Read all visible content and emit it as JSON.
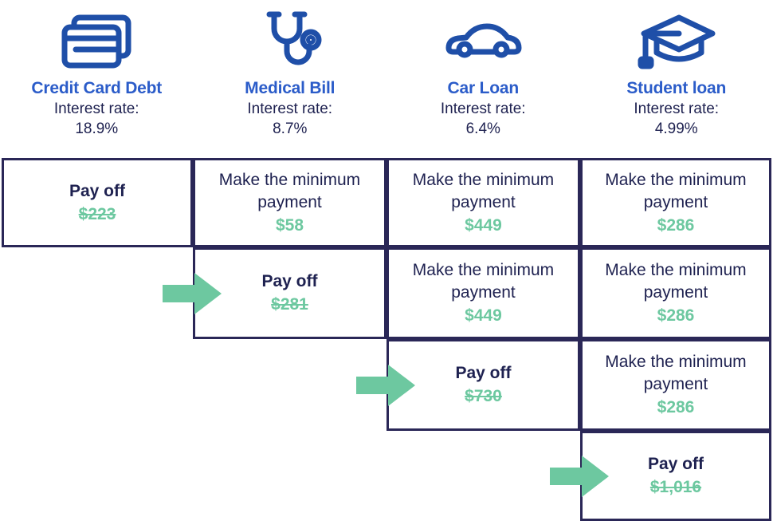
{
  "debts": [
    {
      "name": "Credit Card Debt",
      "rate_label": "Interest rate:",
      "rate": "18.9%",
      "icon": "credit-cards-icon"
    },
    {
      "name": "Medical Bill",
      "rate_label": "Interest rate:",
      "rate": "8.7%",
      "icon": "stethoscope-icon"
    },
    {
      "name": "Car Loan",
      "rate_label": "Interest rate:",
      "rate": "6.4%",
      "icon": "car-icon"
    },
    {
      "name": "Student loan",
      "rate_label": "Interest rate:",
      "rate": "4.99%",
      "icon": "graduation-cap-icon"
    }
  ],
  "rows": [
    {
      "cells": [
        {
          "action": "Pay off",
          "amount": "$223",
          "struck": true,
          "payoff": true,
          "arrow": false,
          "blank": false
        },
        {
          "action": "Make the minimum payment",
          "amount": "$58",
          "struck": false,
          "payoff": false,
          "arrow": false,
          "blank": false
        },
        {
          "action": "Make the minimum payment",
          "amount": "$449",
          "struck": false,
          "payoff": false,
          "arrow": false,
          "blank": false
        },
        {
          "action": "Make the minimum payment",
          "amount": "$286",
          "struck": false,
          "payoff": false,
          "arrow": false,
          "blank": false
        }
      ]
    },
    {
      "cells": [
        {
          "action": "",
          "amount": "",
          "struck": false,
          "payoff": false,
          "arrow": false,
          "blank": true
        },
        {
          "action": "Pay off",
          "amount": "$281",
          "struck": true,
          "payoff": true,
          "arrow": true,
          "blank": false
        },
        {
          "action": "Make the minimum payment",
          "amount": "$449",
          "struck": false,
          "payoff": false,
          "arrow": false,
          "blank": false
        },
        {
          "action": "Make the minimum payment",
          "amount": "$286",
          "struck": false,
          "payoff": false,
          "arrow": false,
          "blank": false
        }
      ]
    },
    {
      "cells": [
        {
          "action": "",
          "amount": "",
          "struck": false,
          "payoff": false,
          "arrow": false,
          "blank": true
        },
        {
          "action": "",
          "amount": "",
          "struck": false,
          "payoff": false,
          "arrow": false,
          "blank": true
        },
        {
          "action": "Pay off",
          "amount": "$730",
          "struck": true,
          "payoff": true,
          "arrow": true,
          "blank": false
        },
        {
          "action": "Make the minimum payment",
          "amount": "$286",
          "struck": false,
          "payoff": false,
          "arrow": false,
          "blank": false
        }
      ]
    },
    {
      "cells": [
        {
          "action": "",
          "amount": "",
          "struck": false,
          "payoff": false,
          "arrow": false,
          "blank": true
        },
        {
          "action": "",
          "amount": "",
          "struck": false,
          "payoff": false,
          "arrow": false,
          "blank": true
        },
        {
          "action": "",
          "amount": "",
          "struck": false,
          "payoff": false,
          "arrow": false,
          "blank": true
        },
        {
          "action": "Pay off",
          "amount": "$1,016",
          "struck": true,
          "payoff": true,
          "arrow": true,
          "blank": false
        }
      ]
    }
  ],
  "colors": {
    "debt_name_blue": "#2B5CC9",
    "text_navy": "#1E2150",
    "amount_green": "#6DC8A0",
    "border_navy": "#2A2757",
    "icon_blue": "#1F4FA8",
    "arrow_green": "#6DC8A0"
  }
}
